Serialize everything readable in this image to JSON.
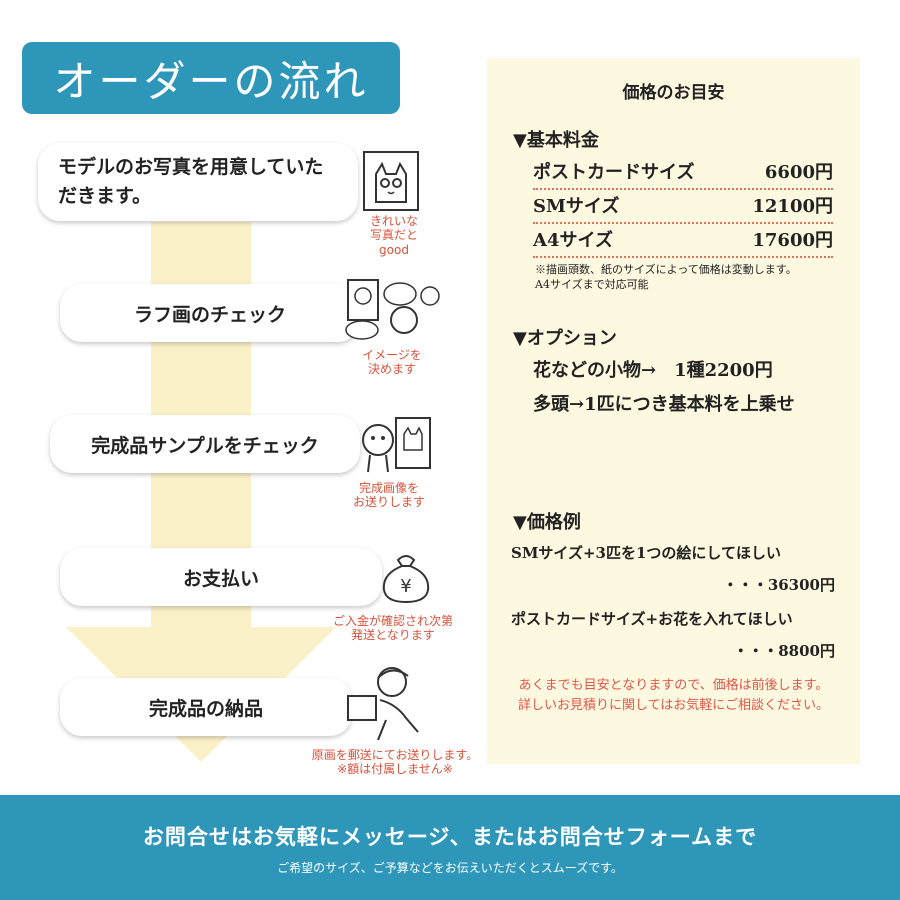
{
  "title": "オーダーの流れ",
  "steps": [
    {
      "label": "モデルのお写真を用意していただきます。",
      "note_lines": [
        "きれいな",
        "写真だと",
        "good"
      ]
    },
    {
      "label": "ラフ画のチェック",
      "note_lines": [
        "イメージを",
        "決めます"
      ]
    },
    {
      "label": "完成品サンプルをチェック",
      "note_lines": [
        "完成画像を",
        "お送りします"
      ]
    },
    {
      "label": "お支払い",
      "note_lines": [
        "ご入金が確認され次第",
        "発送となります"
      ]
    },
    {
      "label": "完成品の納品",
      "note_lines": [
        "原画を郵送にてお送りします。",
        "※額は付属しません※"
      ]
    }
  ],
  "price": {
    "heading": "価格のお目安",
    "basic": {
      "title": "▼基本料金",
      "rows": [
        {
          "name": "ポストカードサイズ",
          "price": "6600円"
        },
        {
          "name": "SMサイズ",
          "price": "12100円"
        },
        {
          "name": "A4サイズ",
          "price": "17600円"
        }
      ],
      "note_lines": [
        "※描画頭数、紙のサイズによって価格は変動します。",
        "A4サイズまで対応可能"
      ]
    },
    "option": {
      "title": "▼オプション",
      "lines": [
        "花などの小物→　1種2200円",
        "多頭→1匹につき基本料を上乗せ"
      ]
    },
    "examples": {
      "title": "▼価格例",
      "items": [
        {
          "desc": "SMサイズ+3匹を1つの絵にしてほしい",
          "price": "・・・36300円"
        },
        {
          "desc": "ポストカードサイズ+お花を入れてほしい",
          "price": "・・・8800円"
        }
      ]
    },
    "disclaimer_lines": [
      "あくまでも目安となりますので、価格は前後します。",
      "詳しいお見積りに関してはお気軽にご相談ください。"
    ]
  },
  "footer": {
    "main": "お問合せはお気軽にメッセージ、またはお問合せフォームまで",
    "sub": "ご希望のサイズ、ご予算などをお伝えいただくとスムーズです。"
  },
  "colors": {
    "accent": "#2e97b9",
    "note_red": "#d9533b",
    "panel": "#fdf8e0",
    "arrow": "#fbf1c8"
  }
}
